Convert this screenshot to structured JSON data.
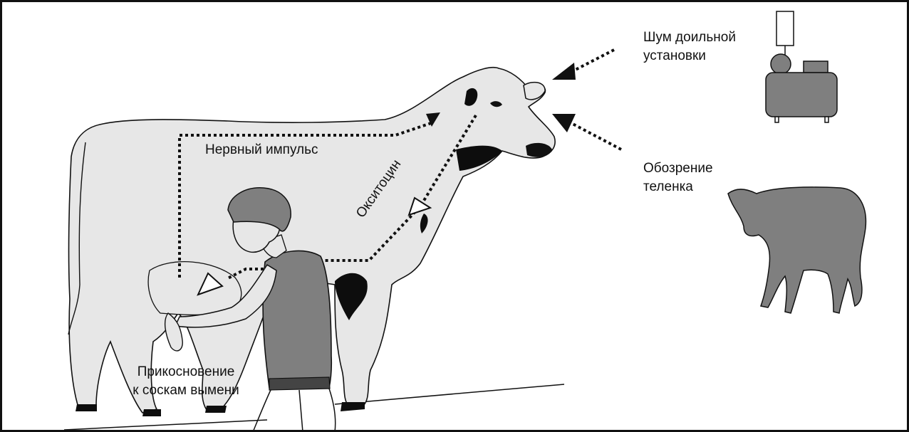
{
  "labels": {
    "nerve_impulse": "Нервный импульс",
    "oxytocin": "Окситоцин",
    "teat_touch_line1": "Прикосновение",
    "teat_touch_line2": "к соскам вымени",
    "machine_noise_line1": "Шум доильной",
    "machine_noise_line2": "установки",
    "calf_view_line1": "Обозрение",
    "calf_view_line2": "теленка"
  },
  "colors": {
    "cow_fill": "#e7e7e7",
    "outline": "#111111",
    "dark_gray": "#7f7f7f",
    "spots": "#0d0d0d"
  },
  "icons": [
    "cow",
    "milker",
    "calf",
    "milking-machine",
    "arrow-head",
    "hollow-arrow"
  ]
}
